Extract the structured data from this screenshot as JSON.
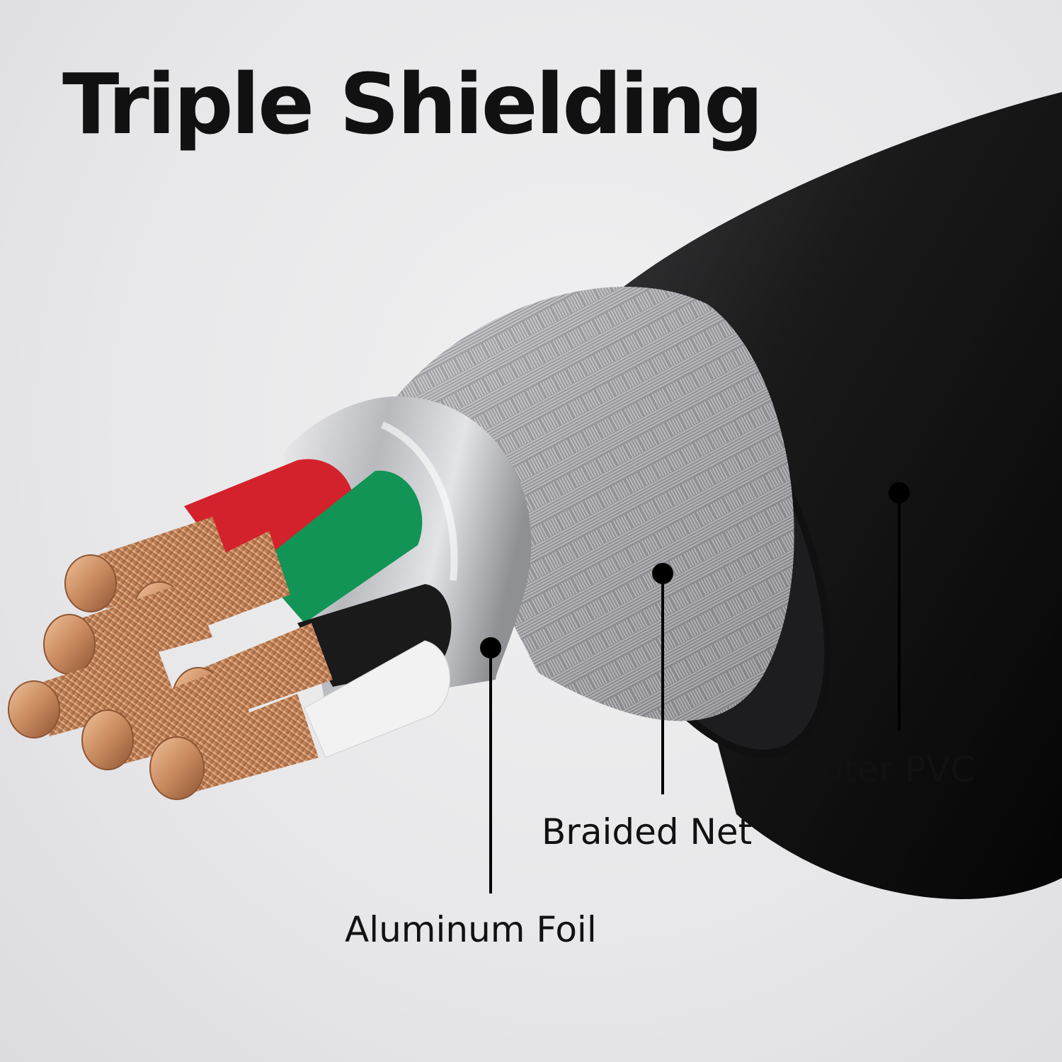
{
  "title": "Triple Shielding",
  "labels": {
    "outer_pvc": "Outer PVC",
    "braided_net": "Braided Net",
    "aluminum_foil": "Aluminum Foil"
  },
  "colors": {
    "jacket": "#151515",
    "braid": "#a9a9ad",
    "foil": "#cfd0d3",
    "copper": "#c98a5f",
    "wire_red": "#d3222c",
    "wire_green": "#119455",
    "wire_black": "#1a1a1a",
    "wire_white": "#f2f2f2"
  }
}
